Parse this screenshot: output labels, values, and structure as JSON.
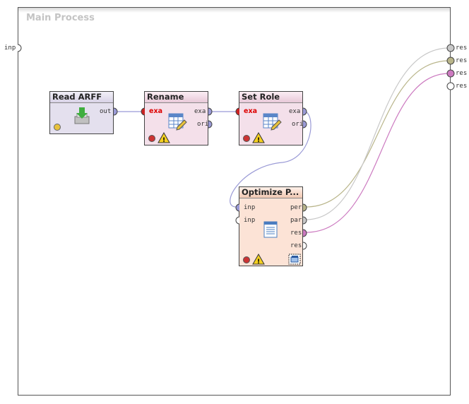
{
  "process": {
    "title": "Main Process"
  },
  "outer_ports": {
    "input": [
      "inp"
    ],
    "outputs": [
      "res",
      "res",
      "res",
      "res"
    ]
  },
  "operators": {
    "read_arff": {
      "name": "Read ARFF",
      "out": [
        "out"
      ],
      "icon": "read-arff-icon",
      "color": "#e4e0ee"
    },
    "rename": {
      "name": "Rename",
      "in": [
        "exa"
      ],
      "out": [
        "exa",
        "ori"
      ],
      "icon": "table-edit-icon",
      "color": "#f4e0ea"
    },
    "set_role": {
      "name": "Set Role",
      "in": [
        "exa"
      ],
      "out": [
        "exa",
        "ori"
      ],
      "icon": "table-edit-icon",
      "color": "#f4e0ea"
    },
    "optimize": {
      "name": "Optimize P...",
      "in": [
        "inp",
        "inp"
      ],
      "out": [
        "per",
        "par",
        "res",
        "res"
      ],
      "icon": "document-list-icon",
      "color": "#fce3d6"
    }
  },
  "colors": {
    "example_set_wire": "#9a9ad6",
    "performance_wire": "#b9b58a",
    "parameter_wire": "#c8c8c8",
    "result_wire": "#cc7ac0"
  }
}
